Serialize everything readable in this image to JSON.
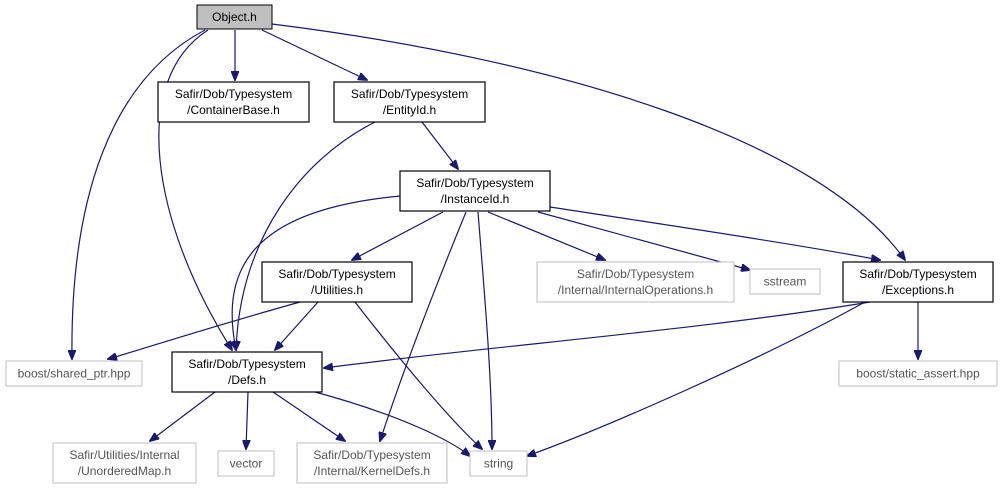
{
  "nodes": {
    "object": {
      "lines": [
        "Object.h"
      ],
      "style": "root"
    },
    "containerbase": {
      "lines": [
        "Safir/Dob/Typesystem",
        "/ContainerBase.h"
      ],
      "style": "main"
    },
    "entityid": {
      "lines": [
        "Safir/Dob/Typesystem",
        "/EntityId.h"
      ],
      "style": "main"
    },
    "instanceid": {
      "lines": [
        "Safir/Dob/Typesystem",
        "/InstanceId.h"
      ],
      "style": "main"
    },
    "utilities": {
      "lines": [
        "Safir/Dob/Typesystem",
        "/Utilities.h"
      ],
      "style": "main"
    },
    "internalops": {
      "lines": [
        "Safir/Dob/Typesystem",
        "/Internal/InternalOperations.h"
      ],
      "style": "external"
    },
    "sstream": {
      "lines": [
        "sstream"
      ],
      "style": "external"
    },
    "exceptions": {
      "lines": [
        "Safir/Dob/Typesystem",
        "/Exceptions.h"
      ],
      "style": "main"
    },
    "sharedptr": {
      "lines": [
        "boost/shared_ptr.hpp"
      ],
      "style": "external"
    },
    "defs": {
      "lines": [
        "Safir/Dob/Typesystem",
        "/Defs.h"
      ],
      "style": "main"
    },
    "staticassert": {
      "lines": [
        "boost/static_assert.hpp"
      ],
      "style": "external"
    },
    "unorderedmap": {
      "lines": [
        "Safir/Utilities/Internal",
        "/UnorderedMap.h"
      ],
      "style": "external"
    },
    "vector": {
      "lines": [
        "vector"
      ],
      "style": "external"
    },
    "kerneldefs": {
      "lines": [
        "Safir/Dob/Typesystem",
        "/Internal/KernelDefs.h"
      ],
      "style": "external"
    },
    "string": {
      "lines": [
        "string"
      ],
      "style": "external"
    }
  },
  "edges": [
    [
      "object",
      "containerbase"
    ],
    [
      "object",
      "entityid"
    ],
    [
      "object",
      "exceptions"
    ],
    [
      "object",
      "sharedptr"
    ],
    [
      "object",
      "defs"
    ],
    [
      "entityid",
      "instanceid"
    ],
    [
      "entityid",
      "defs"
    ],
    [
      "instanceid",
      "utilities"
    ],
    [
      "instanceid",
      "internalops"
    ],
    [
      "instanceid",
      "sstream"
    ],
    [
      "instanceid",
      "exceptions"
    ],
    [
      "instanceid",
      "defs"
    ],
    [
      "instanceid",
      "kerneldefs"
    ],
    [
      "instanceid",
      "string"
    ],
    [
      "utilities",
      "sharedptr"
    ],
    [
      "utilities",
      "defs"
    ],
    [
      "utilities",
      "string"
    ],
    [
      "exceptions",
      "defs"
    ],
    [
      "exceptions",
      "staticassert"
    ],
    [
      "exceptions",
      "string"
    ],
    [
      "defs",
      "unorderedmap"
    ],
    [
      "defs",
      "vector"
    ],
    [
      "defs",
      "kerneldefs"
    ],
    [
      "defs",
      "string"
    ]
  ],
  "colors": {
    "edge": "#191970",
    "root_fill": "#bfbfbf",
    "external_border": "#bfbfbf",
    "external_text": "#555555"
  }
}
